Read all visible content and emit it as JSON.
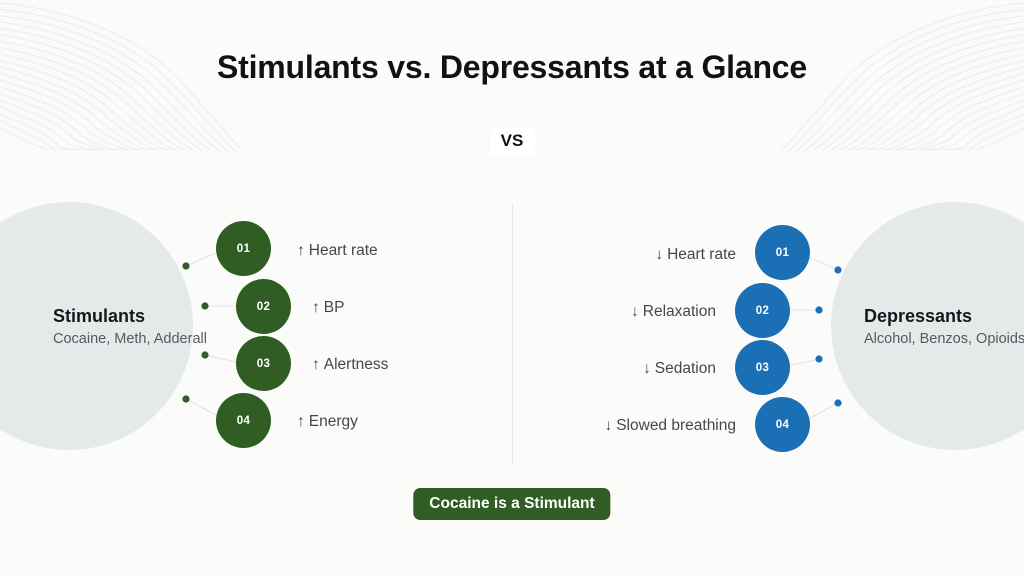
{
  "title": "Stimulants vs. Depressants at a Glance",
  "vs_label": "VS",
  "caption": "Cocaine is a Stimulant",
  "colors": {
    "background": "#fbfbfa",
    "pale_circle": "#e4eaea",
    "stimulant_accent": "#2f5d23",
    "depressant_accent": "#1a6fb5",
    "title_text": "#121212",
    "body_text": "#44484b",
    "divider": "#e3e5e4"
  },
  "left": {
    "heading": "Stimulants",
    "subtitle": "Cocaine, Meth, Adderall",
    "items": [
      {
        "number": "01",
        "arrow": "↑",
        "text": "Heart rate"
      },
      {
        "number": "02",
        "arrow": "↑",
        "text": "BP"
      },
      {
        "number": "03",
        "arrow": "↑",
        "text": "Alertness"
      },
      {
        "number": "04",
        "arrow": "↑",
        "text": "Energy"
      }
    ]
  },
  "right": {
    "heading": "Depressants",
    "subtitle": "Alcohol, Benzos, Opioids",
    "items": [
      {
        "number": "01",
        "arrow": "↓",
        "text": "Heart rate"
      },
      {
        "number": "02",
        "arrow": "↓",
        "text": "Relaxation"
      },
      {
        "number": "03",
        "arrow": "↓",
        "text": "Sedation"
      },
      {
        "number": "04",
        "arrow": "↓",
        "text": "Slowed breathing"
      }
    ]
  }
}
